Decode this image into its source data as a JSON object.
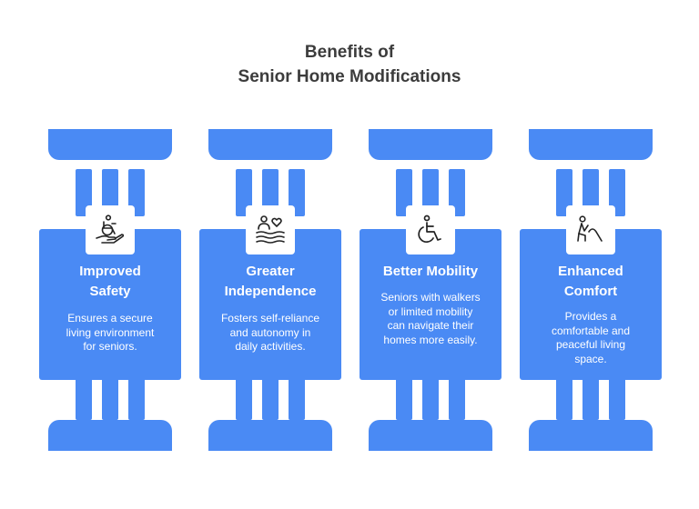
{
  "title": {
    "line1": "Benefits of",
    "line2": "Senior Home Modifications"
  },
  "colors": {
    "pillar": "#4a8af4",
    "text": "#ffffff",
    "title": "#3c3c3c"
  },
  "pillars": [
    {
      "icon": "wheelchair-hand-icon",
      "title": [
        "Improved",
        "Safety"
      ],
      "description": [
        "Ensures a secure",
        "living environment",
        "for seniors."
      ]
    },
    {
      "icon": "person-heart-waves-icon",
      "title": [
        "Greater",
        "Independence"
      ],
      "description": [
        "Fosters self-reliance",
        "and autonomy in",
        "daily activities."
      ]
    },
    {
      "icon": "wheelchair-user-icon",
      "title": [
        "Better Mobility"
      ],
      "description": [
        "Seniors with walkers",
        "or limited mobility",
        "can navigate their",
        "homes more easily."
      ]
    },
    {
      "icon": "person-relaxing-icon",
      "title": [
        "Enhanced",
        "Comfort"
      ],
      "description": [
        "Provides a",
        "comfortable and",
        "peaceful living",
        "space."
      ]
    }
  ]
}
